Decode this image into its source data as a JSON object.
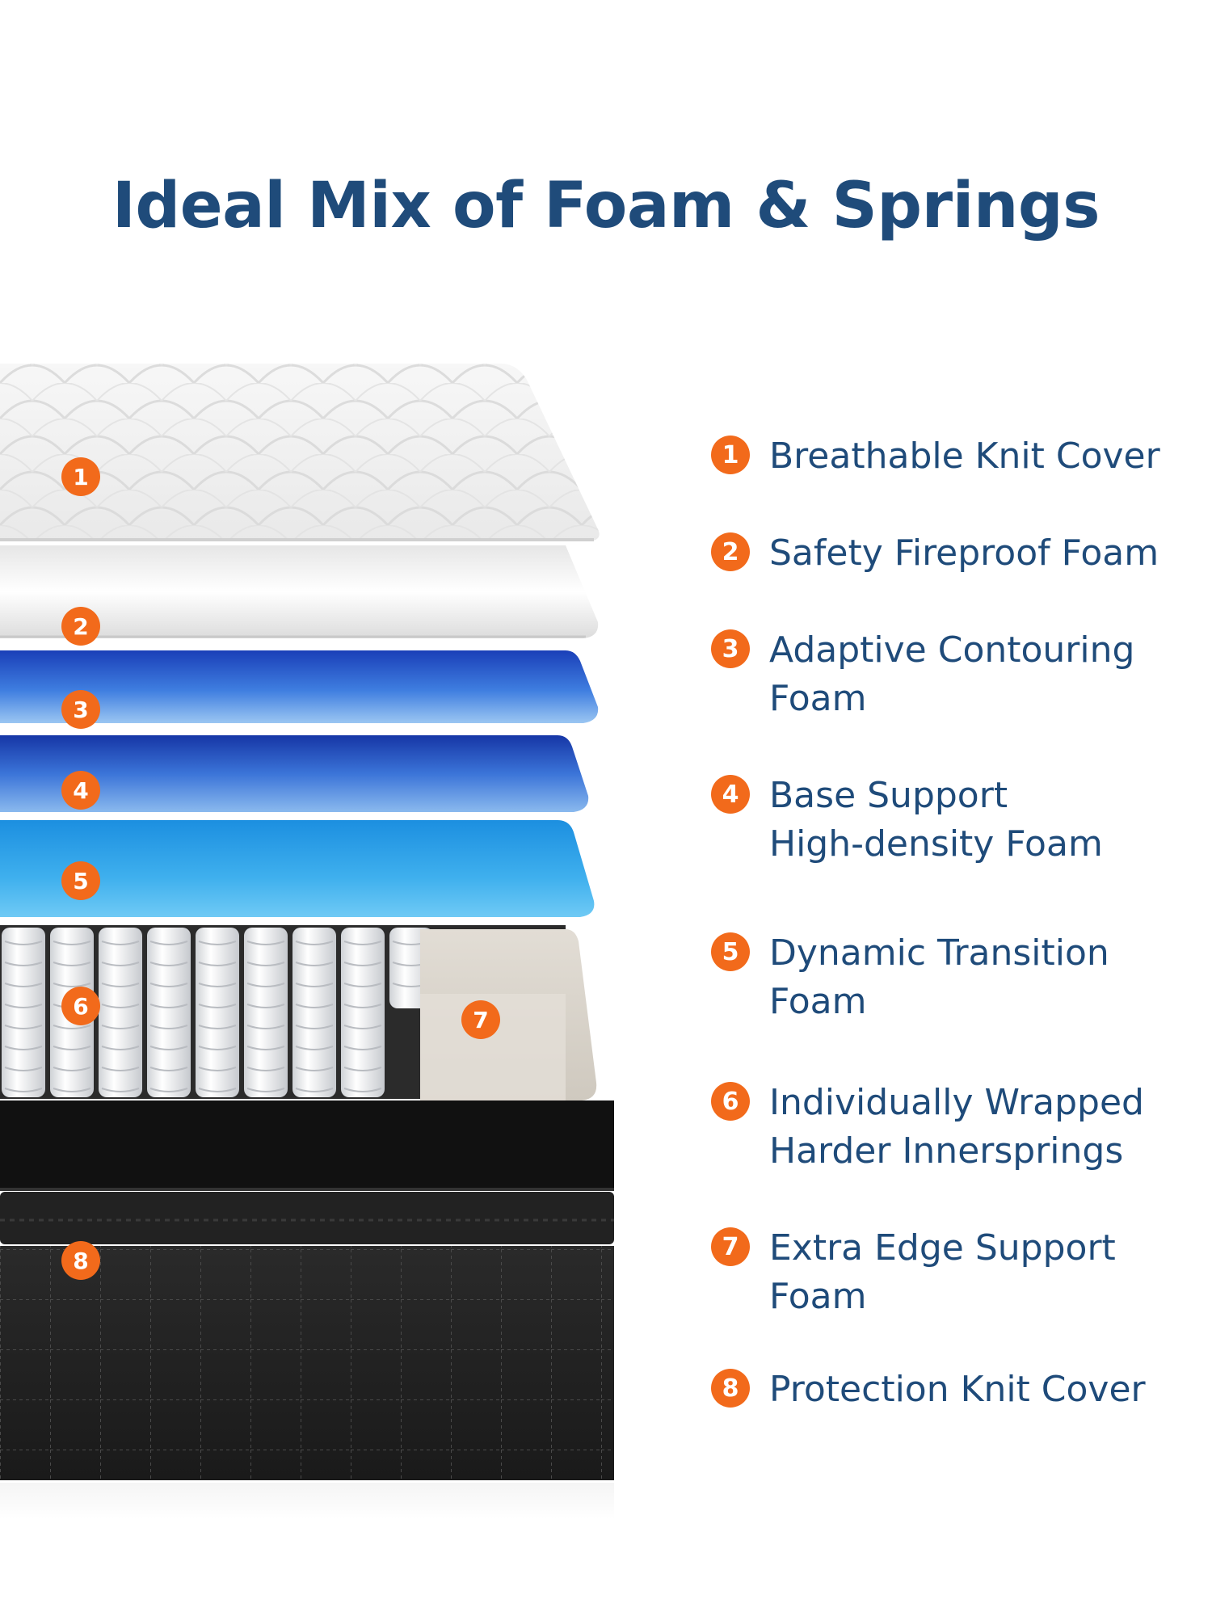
{
  "title": "Ideal Mix of Foam & Springs",
  "colors": {
    "title": "#1f4b7a",
    "badge": "#f26a1b",
    "legend_text": "#1f4b7a"
  },
  "layers": [
    {
      "number": "1",
      "lines": [
        "Breathable Knit Cover"
      ]
    },
    {
      "number": "2",
      "lines": [
        "Safety Fireproof Foam"
      ]
    },
    {
      "number": "3",
      "lines": [
        "Adaptive Contouring",
        "Foam"
      ]
    },
    {
      "number": "4",
      "lines": [
        "Base Support",
        "High-density Foam"
      ]
    },
    {
      "number": "5",
      "lines": [
        "Dynamic Transition",
        "Foam"
      ]
    },
    {
      "number": "6",
      "lines": [
        "Individually Wrapped",
        "Harder Innersprings"
      ]
    },
    {
      "number": "7",
      "lines": [
        "Extra Edge Support",
        "Foam"
      ]
    },
    {
      "number": "8",
      "lines": [
        "Protection Knit Cover"
      ]
    }
  ]
}
